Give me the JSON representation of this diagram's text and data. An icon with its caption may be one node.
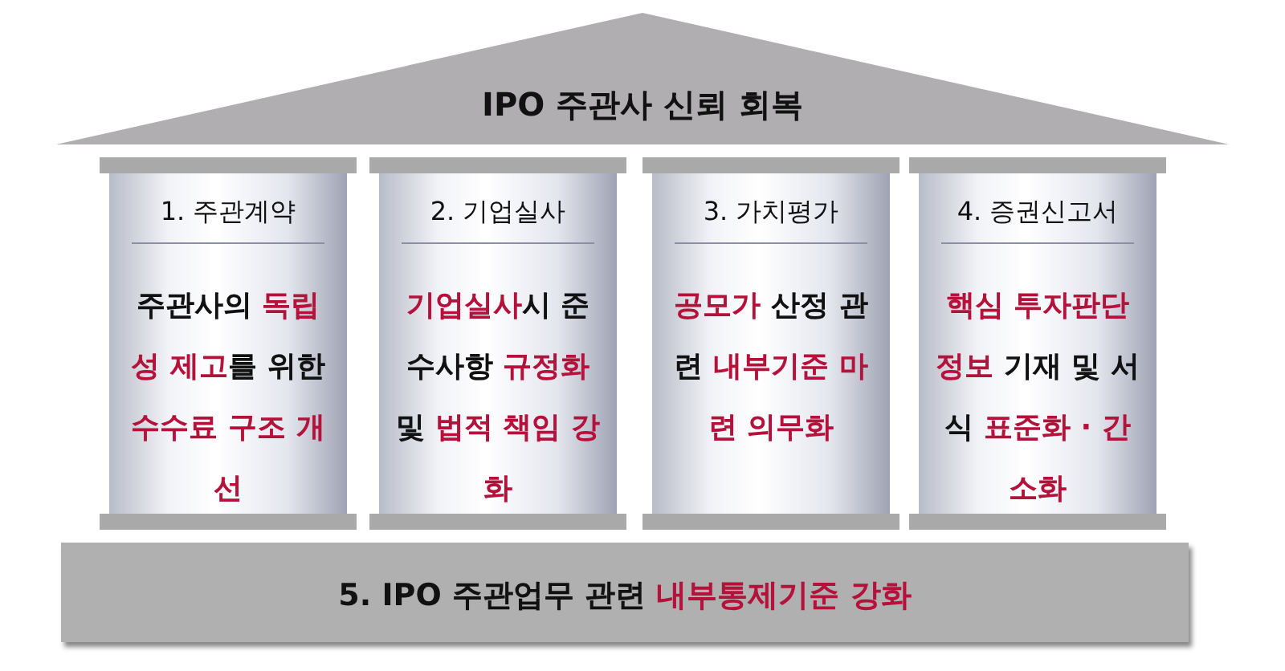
{
  "diagram": {
    "nodes": [
      {
        "text": [
          "IPO 주관사 신뢰 회복"
        ]
      },
      {
        "text": [
          "1. 주관계약",
          "주관사의 **독립성 제고**를 위한 **수수료 구조 개선**"
        ]
      },
      {
        "text": [
          "2. 기업실사",
          "**기업실사**시 준수사항 **규정화** 및 **법적 책임 강화**"
        ]
      },
      {
        "text": [
          "3. 가치평가",
          "**공모가** 산정 관련 **내부기준 마련 의무화**"
        ]
      },
      {
        "text": [
          "4. 증권신고서",
          "**핵심 투자판단 정보** 기재 및 서식 **표준화 · 간소화**"
        ]
      },
      {
        "text": [
          "5. IPO 주관업무 관련 **내부통제기준 강화**"
        ]
      }
    ]
  }
}
